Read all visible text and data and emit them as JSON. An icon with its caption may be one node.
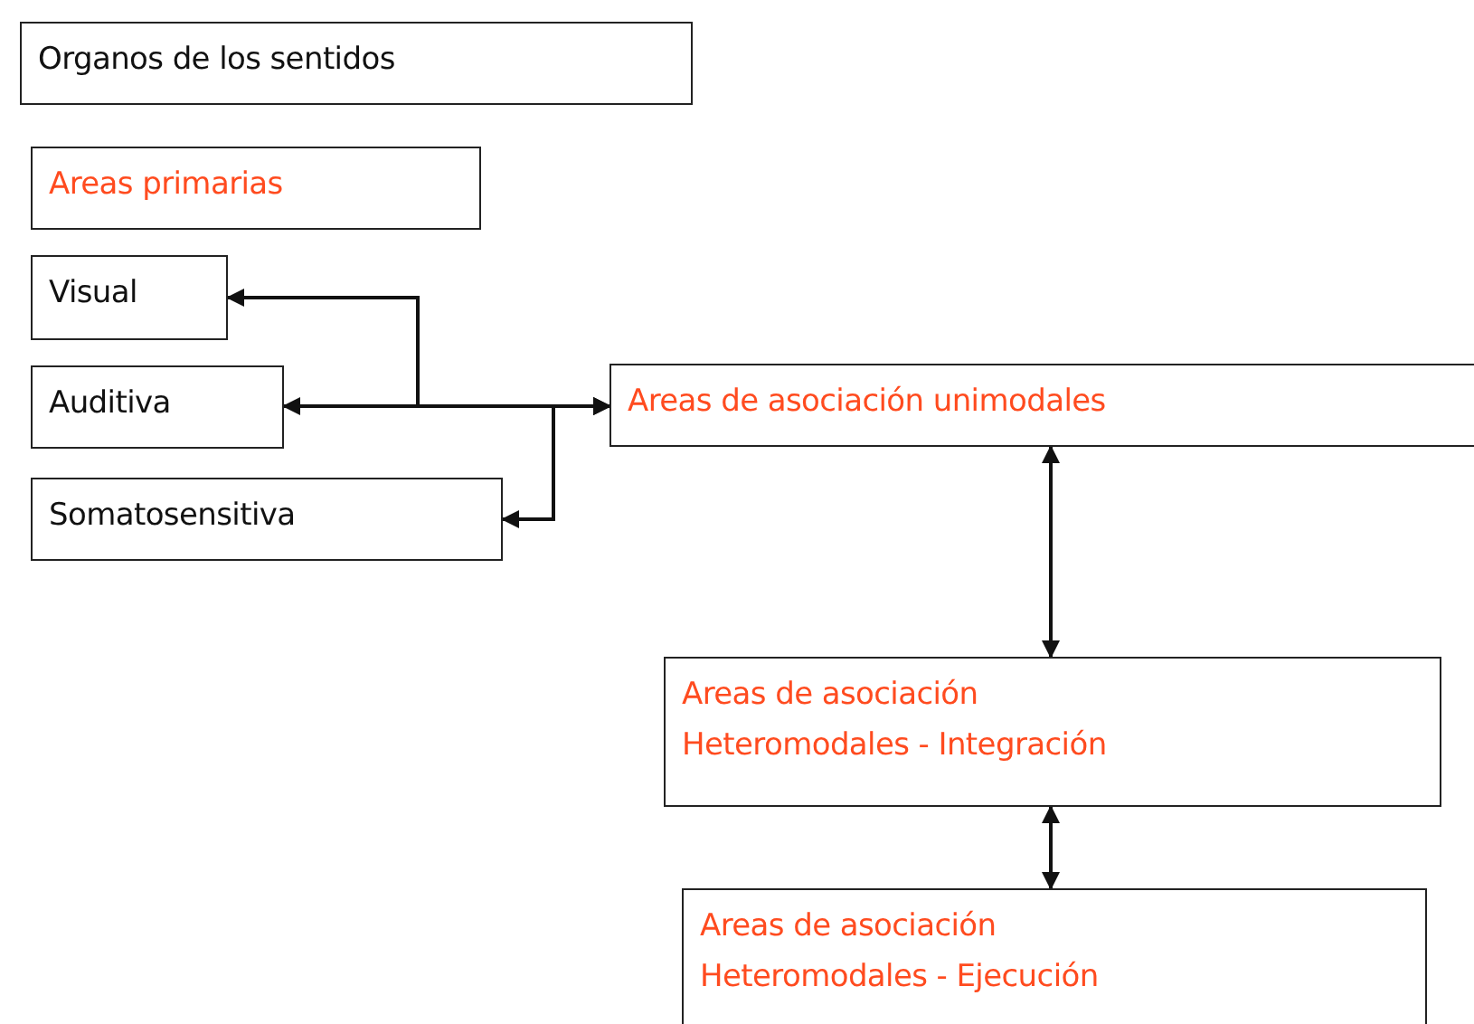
{
  "diagram": {
    "nodes": [
      {
        "text": [
          "Organos de los sentidos"
        ]
      },
      {
        "text": [
          "Areas primarias"
        ]
      },
      {
        "text": [
          "Visual"
        ]
      },
      {
        "text": [
          "Auditiva"
        ]
      },
      {
        "text": [
          "Somatosensitiva"
        ]
      },
      {
        "text": [
          "Areas de asociación unimodales"
        ]
      },
      {
        "text": [
          "Areas de asociación Heteromodales - Integración"
        ]
      },
      {
        "text": [
          "Areas de asociación Heteromodales - Ejecución"
        ]
      }
    ],
    "edges": [
      {
        "from": 5,
        "to": 2,
        "arrow": "both"
      },
      {
        "from": 5,
        "to": 3,
        "arrow": "both"
      },
      {
        "from": 5,
        "to": 4,
        "arrow": "both"
      },
      {
        "from": 5,
        "to": 6,
        "arrow": "both"
      },
      {
        "from": 6,
        "to": 7,
        "arrow": "both"
      }
    ]
  }
}
